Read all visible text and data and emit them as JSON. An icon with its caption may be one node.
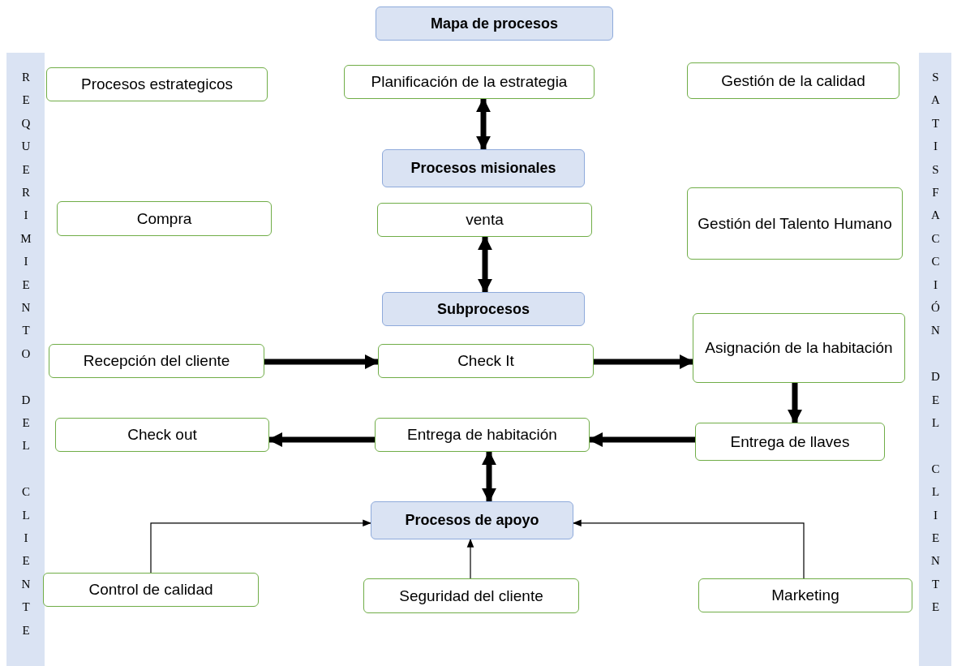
{
  "diagram": {
    "nodes": [
      {
        "text": [
          "Mapa de procesos"
        ]
      },
      {
        "text": [
          "REQUERIMIENTO DEL CLIENTE"
        ]
      },
      {
        "text": [
          "SATISFACCIÓN DEL CLIENTE"
        ]
      },
      {
        "text": [
          "Procesos estrategicos"
        ]
      },
      {
        "text": [
          "Planificación de la estrategia"
        ]
      },
      {
        "text": [
          "Gestión de la calidad"
        ]
      },
      {
        "text": [
          "Procesos misionales"
        ]
      },
      {
        "text": [
          "Compra"
        ]
      },
      {
        "text": [
          "venta"
        ]
      },
      {
        "text": [
          "Gestión del Talento Humano"
        ]
      },
      {
        "text": [
          "Subprocesos"
        ]
      },
      {
        "text": [
          "Recepción del cliente"
        ]
      },
      {
        "text": [
          "Check It"
        ]
      },
      {
        "text": [
          "Asignación de la habitación"
        ]
      },
      {
        "text": [
          "Check out"
        ]
      },
      {
        "text": [
          "Entrega de habitación"
        ]
      },
      {
        "text": [
          "Entrega de llaves"
        ]
      },
      {
        "text": [
          "Procesos de apoyo"
        ]
      },
      {
        "text": [
          "Control de calidad"
        ]
      },
      {
        "text": [
          "Seguridad del cliente"
        ]
      },
      {
        "text": [
          "Marketing"
        ]
      }
    ],
    "edges": [
      {
        "from": 4,
        "to": 6,
        "arrow": "both"
      },
      {
        "from": 8,
        "to": 10,
        "arrow": "both"
      },
      {
        "from": 11,
        "to": 12,
        "arrow": "to"
      },
      {
        "from": 12,
        "to": 13,
        "arrow": "to"
      },
      {
        "from": 13,
        "to": 16,
        "arrow": "to"
      },
      {
        "from": 16,
        "to": 15,
        "arrow": "to"
      },
      {
        "from": 15,
        "to": 14,
        "arrow": "to"
      },
      {
        "from": 15,
        "to": 17,
        "arrow": "both"
      },
      {
        "from": 18,
        "to": 17,
        "arrow": "to"
      },
      {
        "from": 19,
        "to": 17,
        "arrow": "to"
      },
      {
        "from": 20,
        "to": 17,
        "arrow": "to"
      }
    ]
  }
}
